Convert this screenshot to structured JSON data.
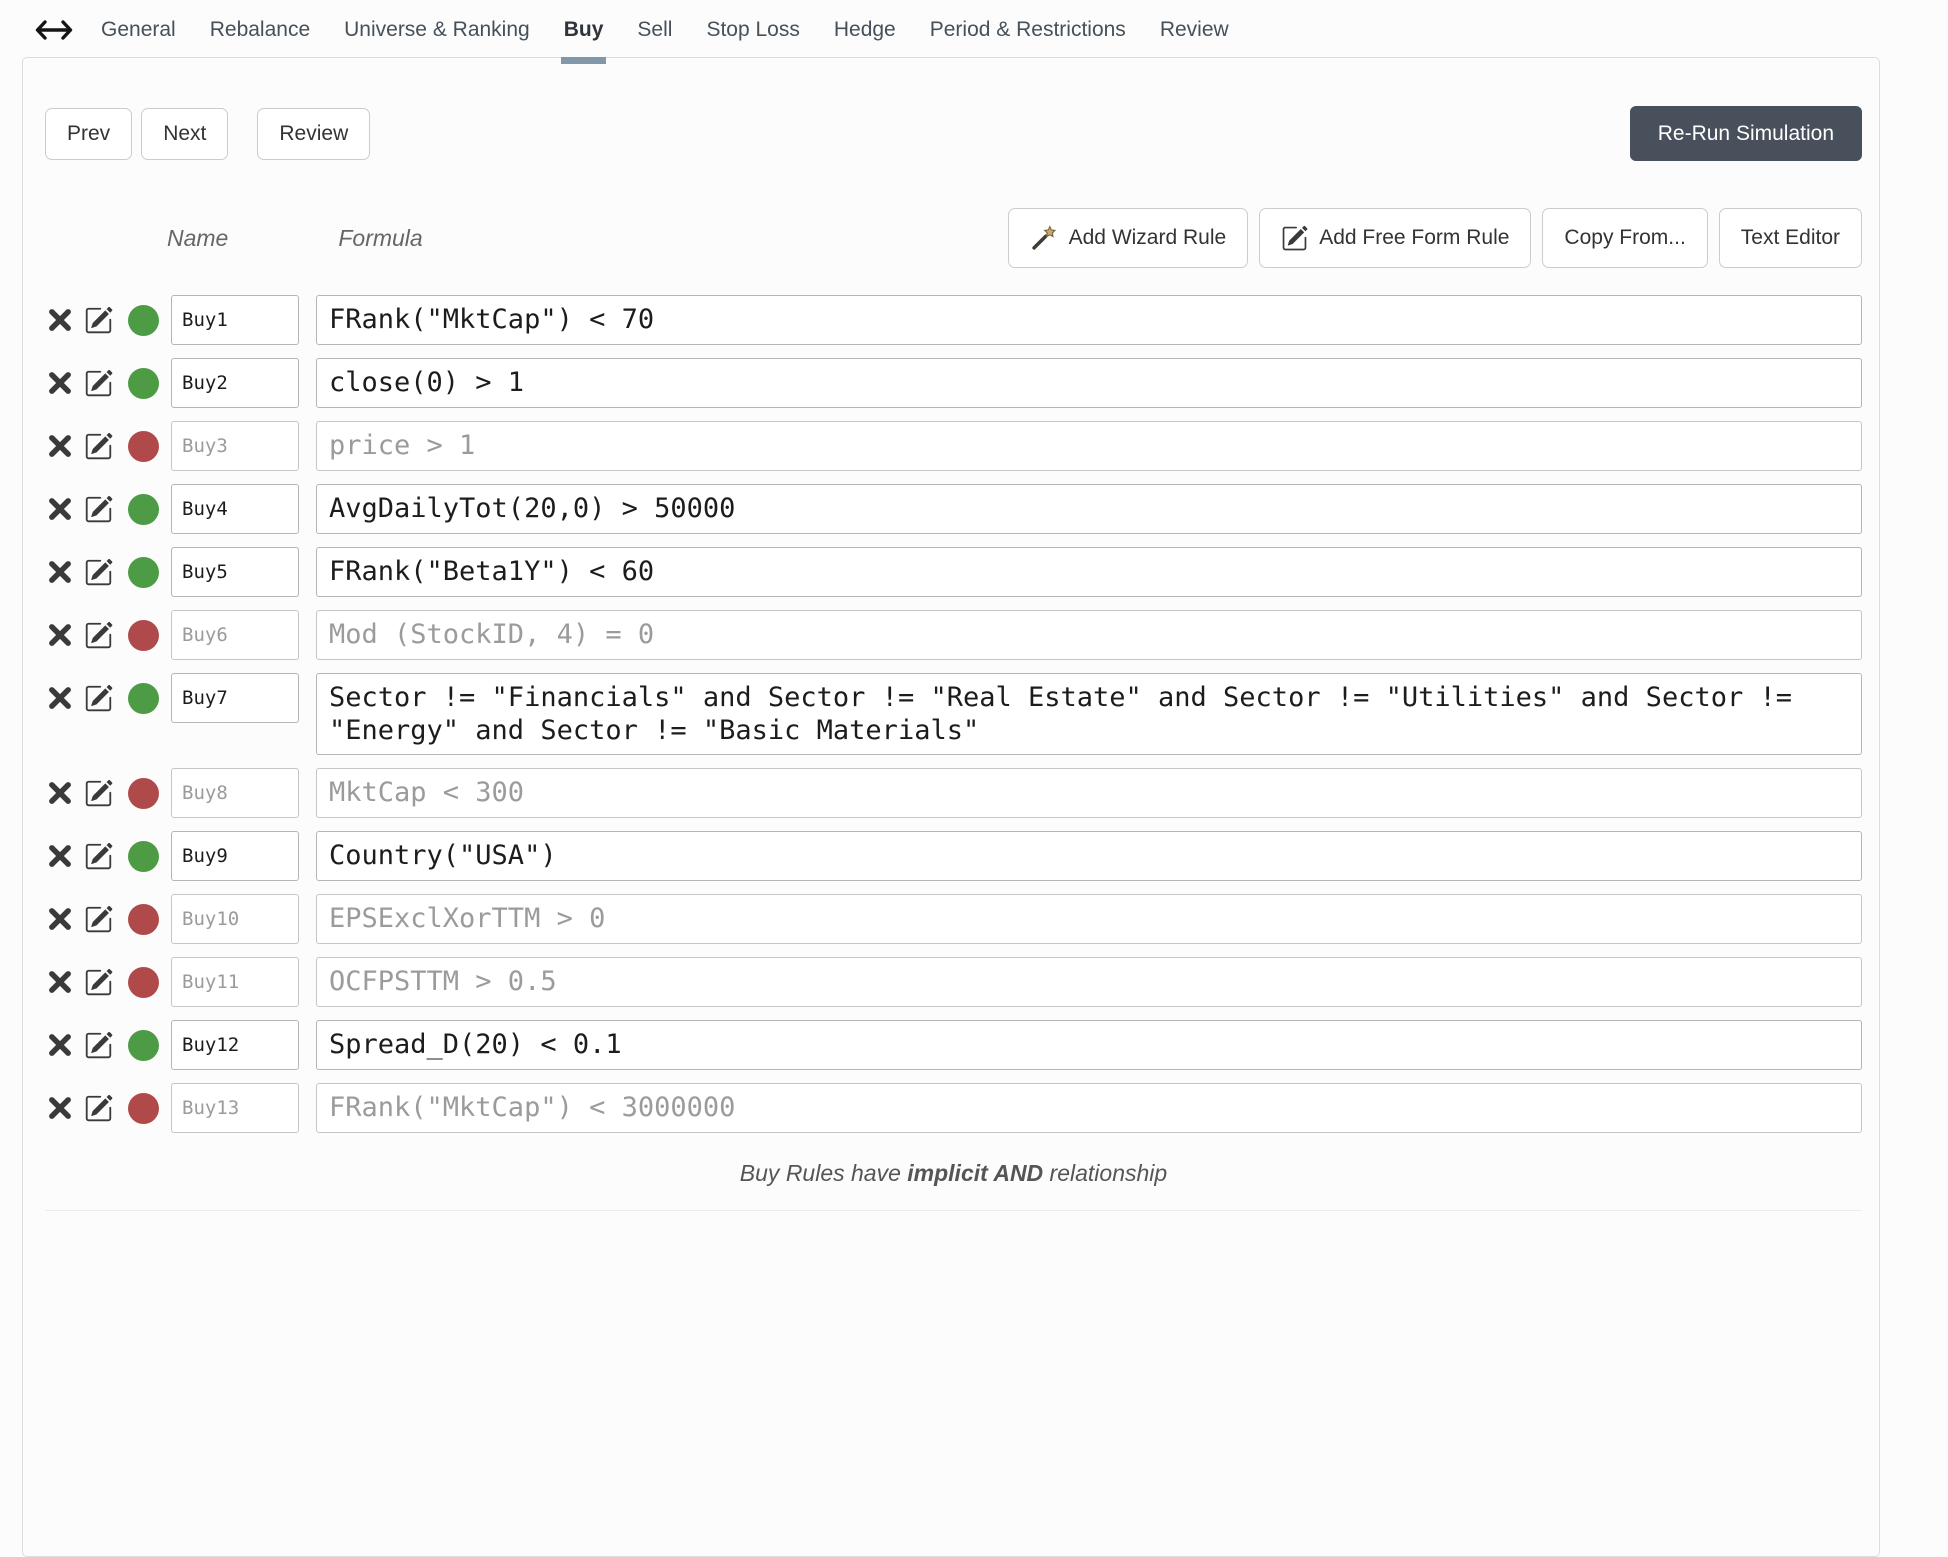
{
  "nav": {
    "tabs": [
      {
        "label": "General",
        "active": false
      },
      {
        "label": "Rebalance",
        "active": false
      },
      {
        "label": "Universe & Ranking",
        "active": false
      },
      {
        "label": "Buy",
        "active": true
      },
      {
        "label": "Sell",
        "active": false
      },
      {
        "label": "Stop Loss",
        "active": false
      },
      {
        "label": "Hedge",
        "active": false
      },
      {
        "label": "Period & Restrictions",
        "active": false
      },
      {
        "label": "Review",
        "active": false
      }
    ]
  },
  "toolbar": {
    "prev_label": "Prev",
    "next_label": "Next",
    "review_label": "Review",
    "rerun_label": "Re-Run Simulation"
  },
  "rules_header": {
    "name_label": "Name",
    "formula_label": "Formula",
    "add_wizard_label": "Add Wizard Rule",
    "add_freeform_label": "Add Free Form Rule",
    "copy_from_label": "Copy From...",
    "text_editor_label": "Text Editor"
  },
  "rules": [
    {
      "name": "Buy1",
      "formula": "FRank(\"MktCap\") < 70",
      "enabled": true
    },
    {
      "name": "Buy2",
      "formula": "close(0) > 1",
      "enabled": true
    },
    {
      "name": "Buy3",
      "formula": "price > 1",
      "enabled": false
    },
    {
      "name": "Buy4",
      "formula": "AvgDailyTot(20,0) > 50000",
      "enabled": true
    },
    {
      "name": "Buy5",
      "formula": "FRank(\"Beta1Y\") < 60",
      "enabled": true
    },
    {
      "name": "Buy6",
      "formula": "Mod (StockID, 4) = 0",
      "enabled": false
    },
    {
      "name": "Buy7",
      "formula": "Sector != \"Financials\" and Sector != \"Real Estate\" and Sector != \"Utilities\" and Sector != \"Energy\" and Sector != \"Basic Materials\"",
      "enabled": true
    },
    {
      "name": "Buy8",
      "formula": "MktCap < 300",
      "enabled": false
    },
    {
      "name": "Buy9",
      "formula": "Country(\"USA\")",
      "enabled": true
    },
    {
      "name": "Buy10",
      "formula": "EPSExclXorTTM > 0",
      "enabled": false
    },
    {
      "name": "Buy11",
      "formula": "OCFPSTTM > 0.5",
      "enabled": false
    },
    {
      "name": "Buy12",
      "formula": "Spread_D(20) < 0.1",
      "enabled": true
    },
    {
      "name": "Buy13",
      "formula": "FRank(\"MktCap\") < 3000000",
      "enabled": false
    }
  ],
  "footer": {
    "prefix": "Buy Rules have ",
    "bold_text": "implicit AND",
    "suffix": " relationship"
  },
  "colors": {
    "enabled_dot": "#4d9b45",
    "disabled_dot": "#b04a4a",
    "active_tab_underline": "#8298a9",
    "rerun_button_bg": "#47505b"
  }
}
